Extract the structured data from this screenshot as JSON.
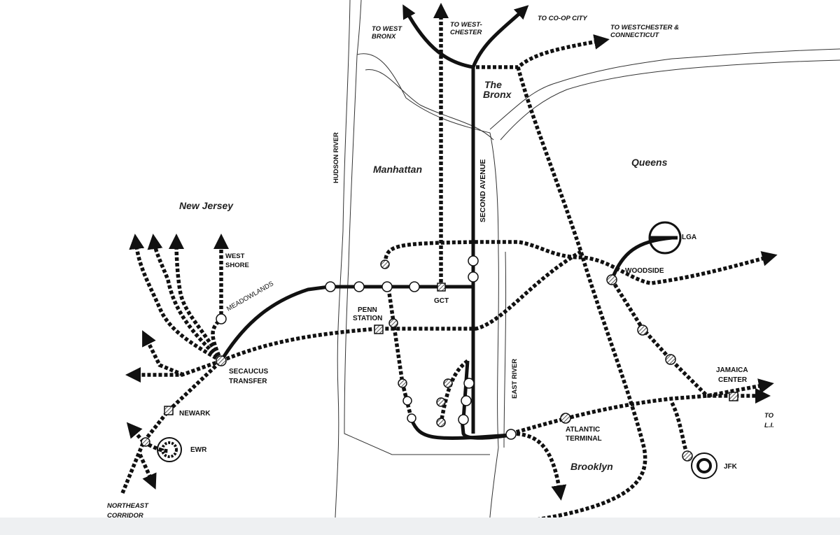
{
  "regions": {
    "new_jersey": "New Jersey",
    "manhattan": "Manhattan",
    "the_bronx_1": "The",
    "the_bronx_2": "Bronx",
    "queens": "Queens",
    "brooklyn": "Brooklyn"
  },
  "rivers": {
    "hudson": "HUDSON RIVER",
    "east": "EAST RIVER"
  },
  "lines": {
    "second_avenue": "SECOND AVENUE",
    "meadowlands": "MEADOWLANDS",
    "west_shore_1": "WEST",
    "west_shore_2": "SHORE"
  },
  "destinations": {
    "west_bronx_1": "TO WEST",
    "west_bronx_2": "BRONX",
    "westchester_1": "TO WEST-",
    "westchester_2": "CHESTER",
    "coop_city": "TO CO-OP CITY",
    "wct_ct_1": "TO WESTCHESTER &",
    "wct_ct_2": "CONNECTICUT",
    "li_1": "TO",
    "li_2": "L.I.",
    "nec_1": "NORTHEAST",
    "nec_2": "CORRIDOR"
  },
  "stations": {
    "penn_1": "PENN",
    "penn_2": "STATION",
    "gct": "GCT",
    "secaucus_1": "SECAUCUS",
    "secaucus_2": "TRANSFER",
    "newark": "NEWARK",
    "ewr": "EWR",
    "lga": "LGA",
    "woodside": "WOODSIDE",
    "jamaica_1": "JAMAICA",
    "jamaica_2": "CENTER",
    "atlantic_1": "ATLANTIC",
    "atlantic_2": "TERMINAL",
    "jfk": "JFK"
  },
  "heading_fragment": "",
  "colors": {
    "ink": "#111111",
    "land": "#ffffff",
    "footer": "#eef0f2"
  }
}
